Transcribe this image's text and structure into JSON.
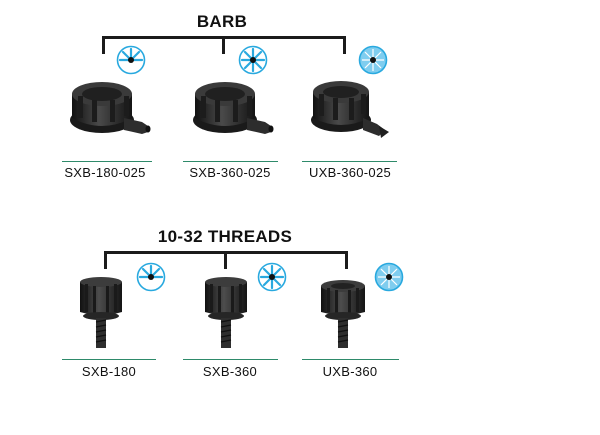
{
  "sections": {
    "barb": {
      "heading": "BARB",
      "parts": [
        {
          "model": "SXB-180-025",
          "pattern_icon": "180-degree-spray-pattern-icon"
        },
        {
          "model": "SXB-360-025",
          "pattern_icon": "360-degree-spray-pattern-icon"
        },
        {
          "model": "UXB-360-025",
          "pattern_icon": "umbrella-spray-pattern-icon"
        }
      ]
    },
    "threads": {
      "heading": "10-32 THREADS",
      "parts": [
        {
          "model": "SXB-180",
          "pattern_icon": "180-degree-spray-pattern-icon"
        },
        {
          "model": "SXB-360",
          "pattern_icon": "360-degree-spray-pattern-icon"
        },
        {
          "model": "UXB-360",
          "pattern_icon": "umbrella-spray-pattern-icon"
        }
      ]
    }
  },
  "colors": {
    "accent_blue": "#29a9df",
    "rule_green": "#2e8a6a",
    "bracket": "#1b1b1b",
    "part_body": "#2a2a2a"
  }
}
